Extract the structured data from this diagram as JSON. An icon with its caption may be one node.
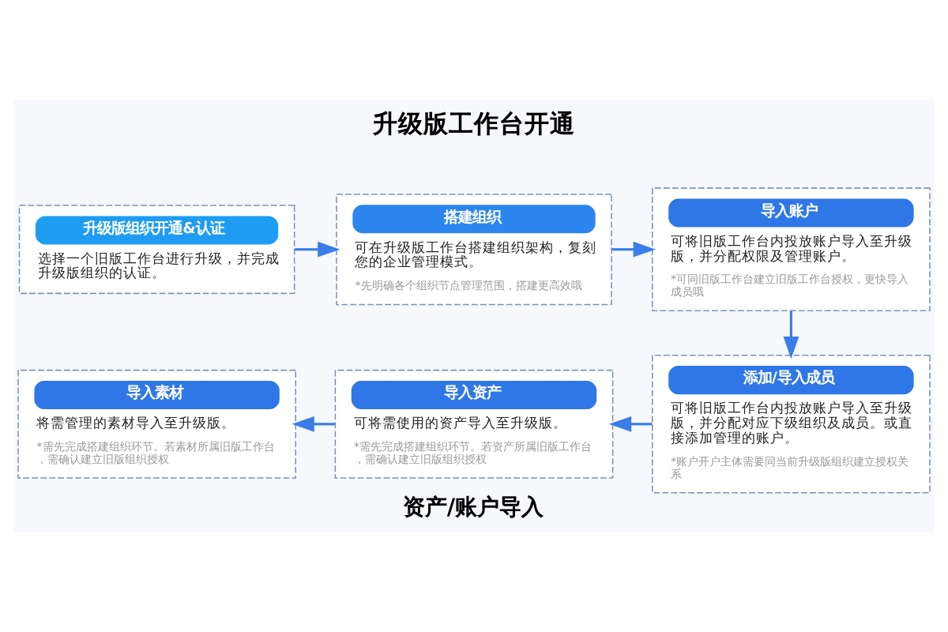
{
  "diagram": {
    "title": "升级版工作台开通",
    "caption": "资产/账户导入",
    "nodes": [
      {
        "text": [
          "升级版组织开通&认证",
          "选择一个旧版工作台进行升级，并完成升级版组织的认证。"
        ]
      },
      {
        "text": [
          "搭建组织",
          "可在升级版工作台搭建组织架构，复刻您的企业管理模式。",
          "*先明确各个组织节点管理范围，搭建更高效哦"
        ]
      },
      {
        "text": [
          "导入账户",
          "可将旧版工作台内投放账户导入至升级版，并分配权限及管理账户。",
          "*可同旧版工作台建立旧版工作台授权，更快导入成员哦"
        ]
      },
      {
        "text": [
          "添加/导入成员",
          "可将旧版工作台内投放账户导入至升级版，并分配对应下级组织及成员。或直接添加管理的账户。",
          "*账户开户主体需要同当前升级版组织建立授权关系"
        ]
      },
      {
        "text": [
          "导入资产",
          "可将需使用的资产导入至升级版。",
          "*需先完成搭建组织环节。若资产所属旧版工作台，需确认建立旧版组织授权"
        ]
      },
      {
        "text": [
          "导入素材",
          "将需管理的素材导入至升级版。",
          "*需先完成搭建组织环节。若素材所属旧版工作台，需确认建立旧版组织授权"
        ]
      }
    ],
    "edges": [
      {
        "from": 0,
        "to": 1,
        "arrow": "to"
      },
      {
        "from": 1,
        "to": 2,
        "arrow": "to"
      },
      {
        "from": 2,
        "to": 3,
        "arrow": "to"
      },
      {
        "from": 3,
        "to": 4,
        "arrow": "to"
      },
      {
        "from": 4,
        "to": 5,
        "arrow": "to"
      }
    ]
  }
}
